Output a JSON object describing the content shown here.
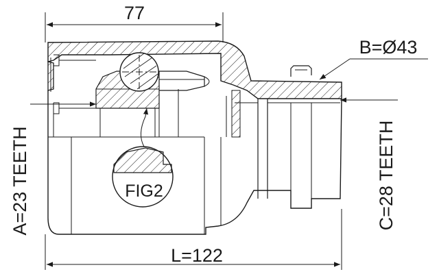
{
  "drawing": {
    "part": "cv-joint-inner",
    "line_color": "#1a1a1a",
    "background": "#ffffff"
  },
  "labels": {
    "width_top": "77",
    "length": "L=122",
    "diameter": "B=Ø43",
    "inner_teeth": "A=23 TEETH",
    "outer_teeth": "C=28 TEETH",
    "figure": "FIG2"
  }
}
